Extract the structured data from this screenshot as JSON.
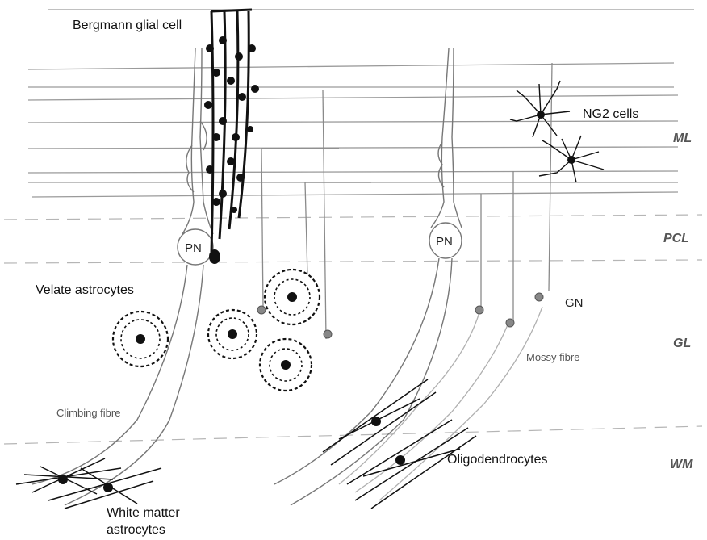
{
  "labels": {
    "bergmann": "Bergmann glial cell",
    "ng2": "NG2 cells",
    "velate": "Velate astrocytes",
    "climbing": "Climbing fibre",
    "mossy": "Mossy fibre",
    "oligo": "Oligodendrocytes",
    "wm_astro_1": "White matter",
    "wm_astro_2": "astrocytes",
    "pn_left": "PN",
    "pn_right": "PN",
    "gn": "GN"
  },
  "layers": {
    "ml": "ML",
    "pcl": "PCL",
    "gl": "GL",
    "wm": "WM"
  },
  "colors": {
    "ink": "#111111",
    "grey_line": "#8a8a8a",
    "light_line": "#c8c8c8",
    "layer_label": "#555555"
  }
}
